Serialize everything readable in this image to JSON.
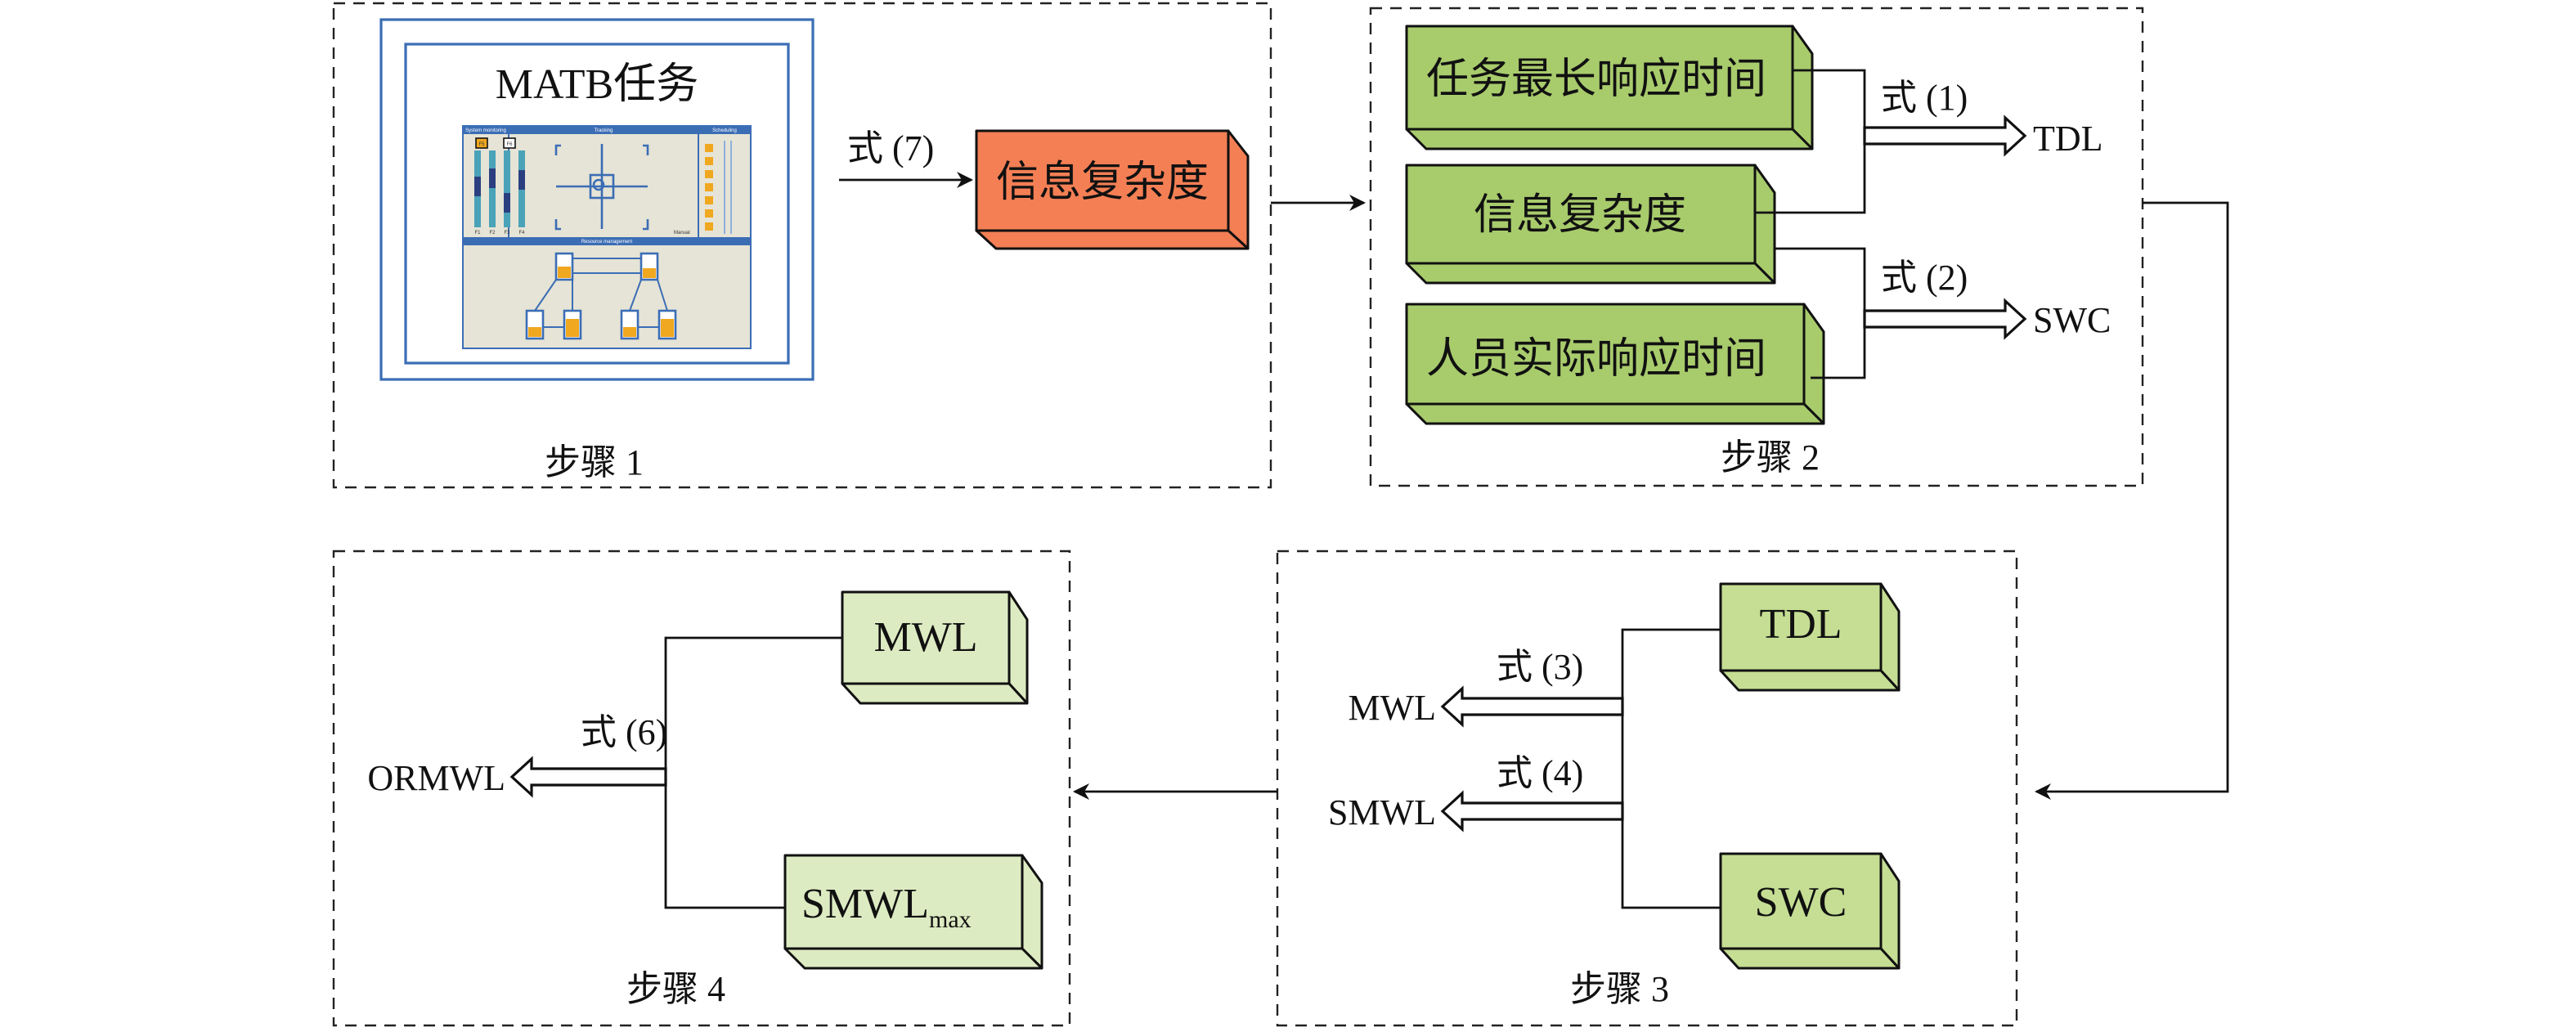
{
  "colors": {
    "orange_box": "#F47F55",
    "green_box": "#A8CB6C",
    "step3_box": "#C5DE94",
    "step4_box": "#DDEBC2",
    "matb_border": "#3B6DB5"
  },
  "step1": {
    "label": "步骤 1",
    "matb_title": "MATB任务",
    "matb_panels": {
      "system_monitoring": "System monitoring",
      "tracking": "Tracking",
      "scheduling": "Scheduling",
      "resource_management": "Resource management",
      "buttons": [
        "F5",
        "F6"
      ],
      "gauges": [
        "F1",
        "F2",
        "F3",
        "F4"
      ],
      "manual": "Manual"
    },
    "formula": "式 (7)",
    "output_box": "信息复杂度"
  },
  "step2": {
    "label": "步骤 2",
    "boxes": [
      "任务最长响应时间",
      "信息复杂度",
      "人员实际响应时间"
    ],
    "formula1": "式 (1)",
    "output1": "TDL",
    "formula2": "式 (2)",
    "output2": "SWC"
  },
  "step3": {
    "label": "步骤 3",
    "boxes": [
      "TDL",
      "SWC"
    ],
    "formula3": "式 (3)",
    "output3": "MWL",
    "formula4": "式 (4)",
    "output4": "SMWL"
  },
  "step4": {
    "label": "步骤 4",
    "box_mwl": "MWL",
    "box_smwl": "SMWL",
    "box_smwl_sub": "max",
    "formula6": "式 (6)",
    "output": "ORMWL"
  }
}
